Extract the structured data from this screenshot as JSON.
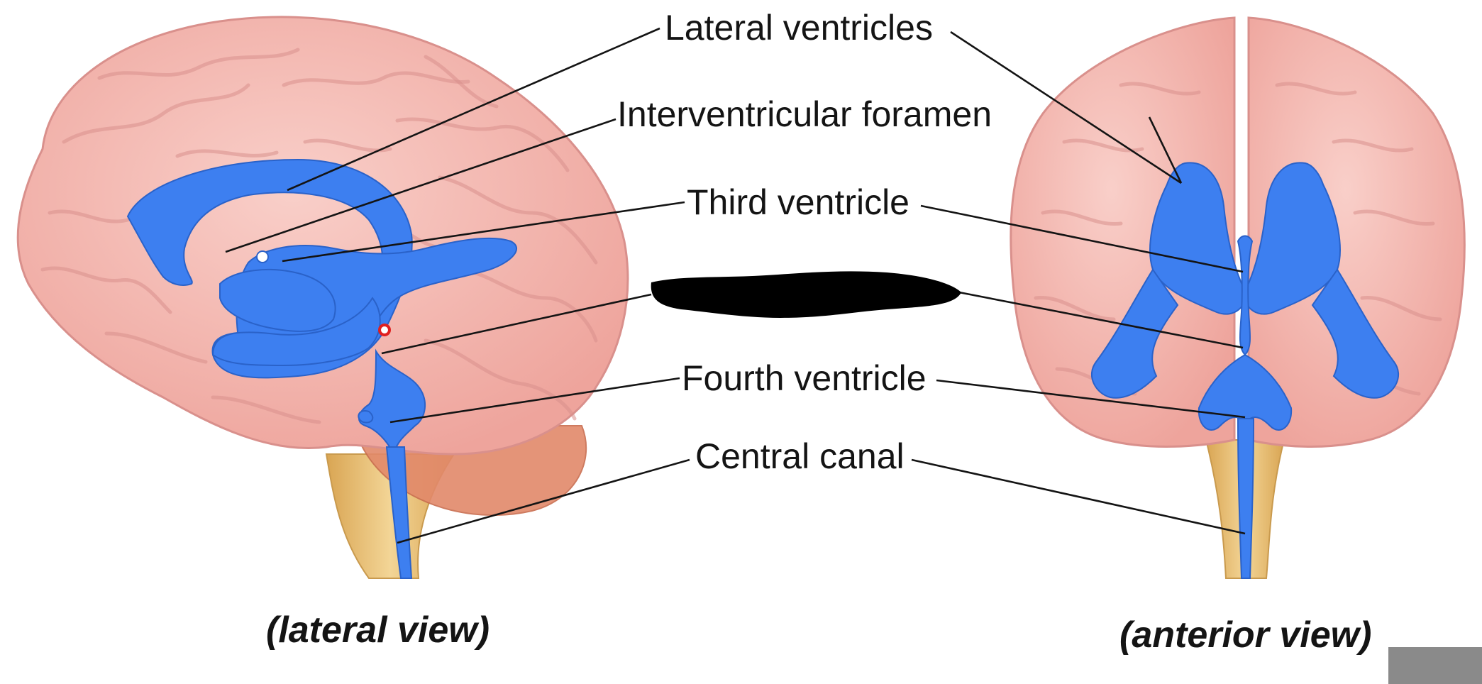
{
  "labels": {
    "lateral_ventricles": "Lateral ventricles",
    "interventricular_foramen": "Interventricular foramen",
    "third_ventricle": "Third ventricle",
    "fourth_ventricle": "Fourth ventricle",
    "central_canal": "Central canal"
  },
  "captions": {
    "lateral": "(lateral view)",
    "anterior": "(anterior view)"
  },
  "colors": {
    "brain": "#f5b9b2",
    "ventricle": "#3d7ff0",
    "brainstem": "#e9c27d",
    "cerebellum": "#e2896a",
    "redaction": "#000000",
    "corner_block": "#8a8a8a"
  }
}
